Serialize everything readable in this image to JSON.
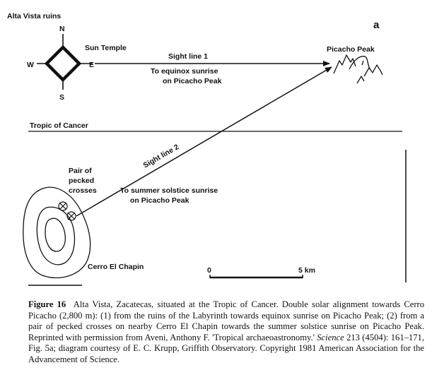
{
  "panel_letter": "a",
  "labels": {
    "ruins": "Alta Vista ruins",
    "north": "N",
    "south": "S",
    "east": "E",
    "west": "W",
    "sun_temple": "Sun Temple",
    "picacho_peak": "Picacho Peak",
    "sight_line_1": "Sight line 1",
    "sight_line_1_desc_1": "To equinox sunrise",
    "sight_line_1_desc_2": "on Picacho Peak",
    "tropic": "Tropic of Cancer",
    "sight_line_2": "Sight line 2",
    "crosses_1": "Pair of",
    "crosses_2": "pecked",
    "crosses_3": "crosses",
    "sight_line_2_desc_1": "To summer solstice sunrise",
    "sight_line_2_desc_2": "on Picacho Peak",
    "cerro": "Cerro El Chapin",
    "scale_start": "0",
    "scale_end": "5 km"
  },
  "caption": {
    "figure_label": "Figure 16",
    "text_1": "Alta Vista, Zacatecas, situated at the Tropic of Cancer. Double solar alignment towards Cerro Picacho (2,800 m): (1) from the ruins of the Labyrinth towards equinox sunrise on Picacho Peak; (2) from a pair of pecked crosses on nearby Cerro El Chapin towards the summer solstice sunrise on Picacho Peak. Reprinted with permission from Aveni, Anthony F. 'Tropical archaeoastronomy.'",
    "journal": "Science",
    "text_2": "213 (4504): 161–171, Fig. 5a; diagram courtesy of E. C. Krupp, Griffith Observatory. Copyright 1981 American Association for the Advancement of Science."
  }
}
